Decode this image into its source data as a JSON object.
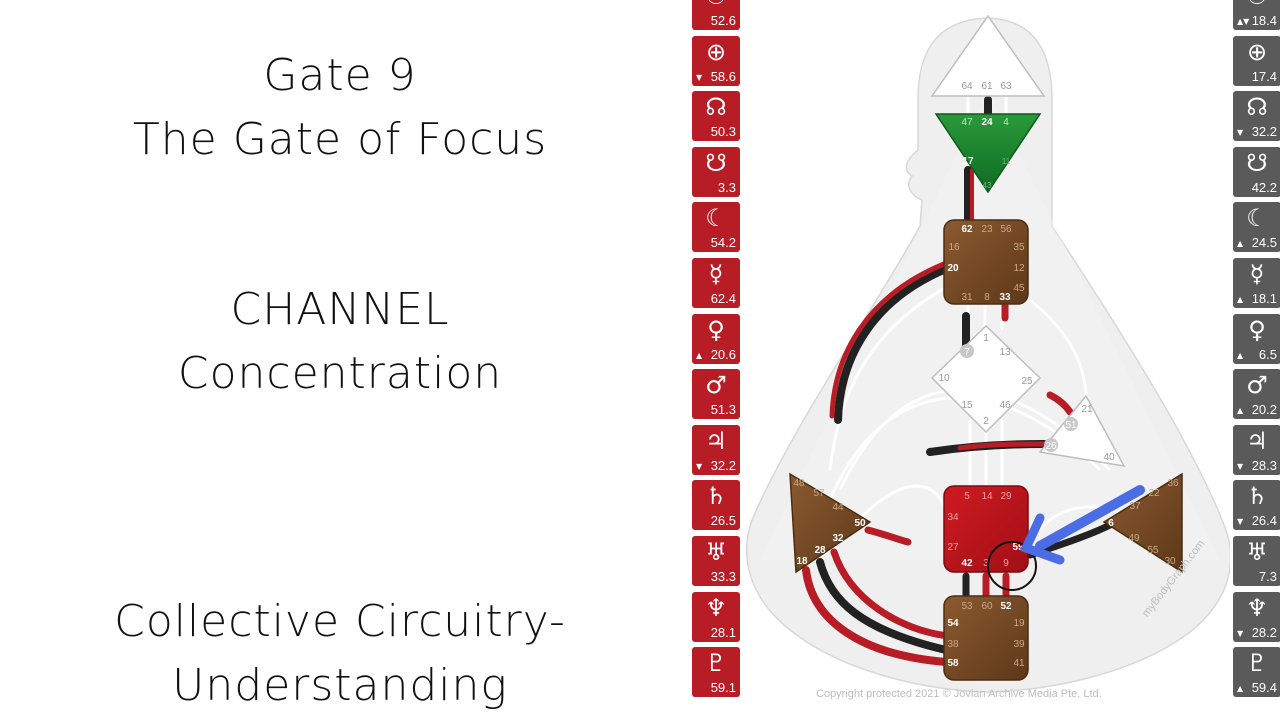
{
  "title": {
    "gate": "Gate 9",
    "gate_name": "The Gate of Focus",
    "channel_label": "CHANNEL",
    "channel_name": "Concentration",
    "circuit_line1": "Collective Circuitry-",
    "circuit_line2": "Understanding"
  },
  "design_column": [
    {
      "symbol": "sun-icon",
      "glyph": "☉",
      "value": "52.6",
      "arrow": ""
    },
    {
      "symbol": "earth-icon",
      "glyph": "⊕",
      "value": "58.6",
      "arrow": "▼"
    },
    {
      "symbol": "north-node-icon",
      "glyph": "☊",
      "value": "50.3",
      "arrow": ""
    },
    {
      "symbol": "south-node-icon",
      "glyph": "☋",
      "value": "3.3",
      "arrow": ""
    },
    {
      "symbol": "moon-icon",
      "glyph": "☾",
      "value": "54.2",
      "arrow": ""
    },
    {
      "symbol": "mercury-icon",
      "glyph": "☿",
      "value": "62.4",
      "arrow": ""
    },
    {
      "symbol": "venus-icon",
      "glyph": "♀",
      "value": "20.6",
      "arrow": "▲"
    },
    {
      "symbol": "mars-icon",
      "glyph": "♂",
      "value": "51.3",
      "arrow": ""
    },
    {
      "symbol": "jupiter-icon",
      "glyph": "♃",
      "value": "32.2",
      "arrow": "▼"
    },
    {
      "symbol": "saturn-icon",
      "glyph": "♄",
      "value": "26.5",
      "arrow": ""
    },
    {
      "symbol": "uranus-icon",
      "glyph": "♅",
      "value": "33.3",
      "arrow": ""
    },
    {
      "symbol": "neptune-icon",
      "glyph": "♆",
      "value": "28.1",
      "arrow": ""
    },
    {
      "symbol": "pluto-icon",
      "glyph": "♇",
      "value": "59.1",
      "arrow": ""
    }
  ],
  "personality_column": [
    {
      "symbol": "sun-icon",
      "glyph": "☉",
      "value": "18.4",
      "arrow": "▲▼"
    },
    {
      "symbol": "earth-icon",
      "glyph": "⊕",
      "value": "17.4",
      "arrow": ""
    },
    {
      "symbol": "north-node-icon",
      "glyph": "☊",
      "value": "32.2",
      "arrow": "▼"
    },
    {
      "symbol": "south-node-icon",
      "glyph": "☋",
      "value": "42.2",
      "arrow": ""
    },
    {
      "symbol": "moon-icon",
      "glyph": "☾",
      "value": "24.5",
      "arrow": "▲"
    },
    {
      "symbol": "mercury-icon",
      "glyph": "☿",
      "value": "18.1",
      "arrow": "▲"
    },
    {
      "symbol": "venus-icon",
      "glyph": "♀",
      "value": "6.5",
      "arrow": "▲"
    },
    {
      "symbol": "mars-icon",
      "glyph": "♂",
      "value": "20.2",
      "arrow": "▲"
    },
    {
      "symbol": "jupiter-icon",
      "glyph": "♃",
      "value": "28.3",
      "arrow": "▼"
    },
    {
      "symbol": "saturn-icon",
      "glyph": "♄",
      "value": "26.4",
      "arrow": "▼"
    },
    {
      "symbol": "uranus-icon",
      "glyph": "♅",
      "value": "7.3",
      "arrow": ""
    },
    {
      "symbol": "neptune-icon",
      "glyph": "♆",
      "value": "28.2",
      "arrow": "▼"
    },
    {
      "symbol": "pluto-icon",
      "glyph": "♇",
      "value": "59.4",
      "arrow": "▲"
    }
  ],
  "centers": {
    "head": {
      "gates": [
        "64",
        "61",
        "63"
      ]
    },
    "ajna": {
      "gates": [
        "47",
        "24",
        "4",
        "17",
        "43",
        "11"
      ]
    },
    "throat": {
      "gates": [
        "62",
        "23",
        "56",
        "16",
        "35",
        "20",
        "12",
        "45",
        "31",
        "8",
        "33"
      ]
    },
    "g": {
      "gates": [
        "1",
        "13",
        "7",
        "10",
        "25",
        "15",
        "46",
        "2"
      ]
    },
    "heart": {
      "gates": [
        "21",
        "51",
        "26",
        "40"
      ]
    },
    "sacral": {
      "gates": [
        "5",
        "14",
        "29",
        "34",
        "27",
        "59",
        "42",
        "3",
        "9"
      ]
    },
    "spleen": {
      "gates": [
        "48",
        "57",
        "44",
        "50",
        "32",
        "28",
        "18"
      ]
    },
    "solar_plexus": {
      "gates": [
        "36",
        "22",
        "37",
        "6",
        "49",
        "55",
        "30"
      ]
    },
    "root": {
      "gates": [
        "53",
        "60",
        "52",
        "54",
        "19",
        "38",
        "39",
        "58",
        "41"
      ]
    }
  },
  "colors": {
    "design_red": "#b81d26",
    "personality_gray": "#5a5a5a",
    "ajna_green": "#1f8a32",
    "motor_brown": "#7a4a24",
    "sacral_red": "#c0141c",
    "highlight_arrow": "#4a6de5"
  },
  "copyright": "Copyright protected 2021 © Jovian Archive Media Pte. Ltd.",
  "watermark": "myBodyGraph.com"
}
